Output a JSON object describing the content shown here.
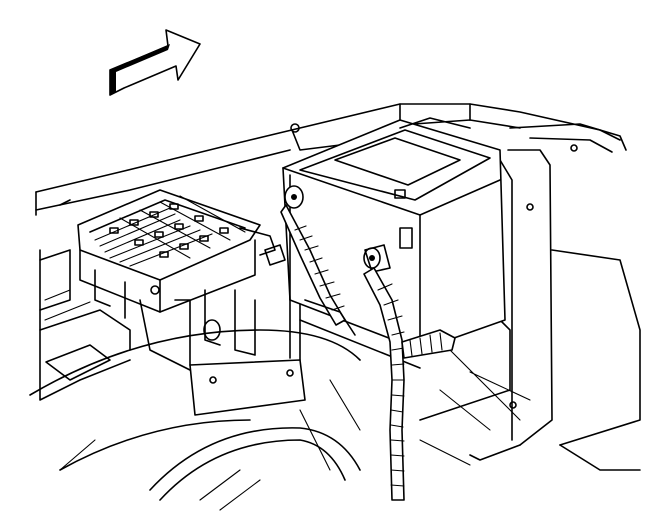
{
  "diagram": {
    "kind": "technical line illustration",
    "components": [
      {
        "id": "direction-arrow",
        "icon": "forward-arrow-icon"
      },
      {
        "id": "fuse-relay-block"
      },
      {
        "id": "fuse-block-bracket"
      },
      {
        "id": "battery"
      },
      {
        "id": "battery-positive-terminal"
      },
      {
        "id": "battery-negative-cable"
      },
      {
        "id": "battery-positive-cable"
      },
      {
        "id": "battery-tray"
      },
      {
        "id": "wheel-well"
      },
      {
        "id": "fender-inner-panel"
      },
      {
        "id": "radiator-support"
      }
    ],
    "colors": {
      "line": "#000000",
      "background": "#ffffff"
    }
  }
}
